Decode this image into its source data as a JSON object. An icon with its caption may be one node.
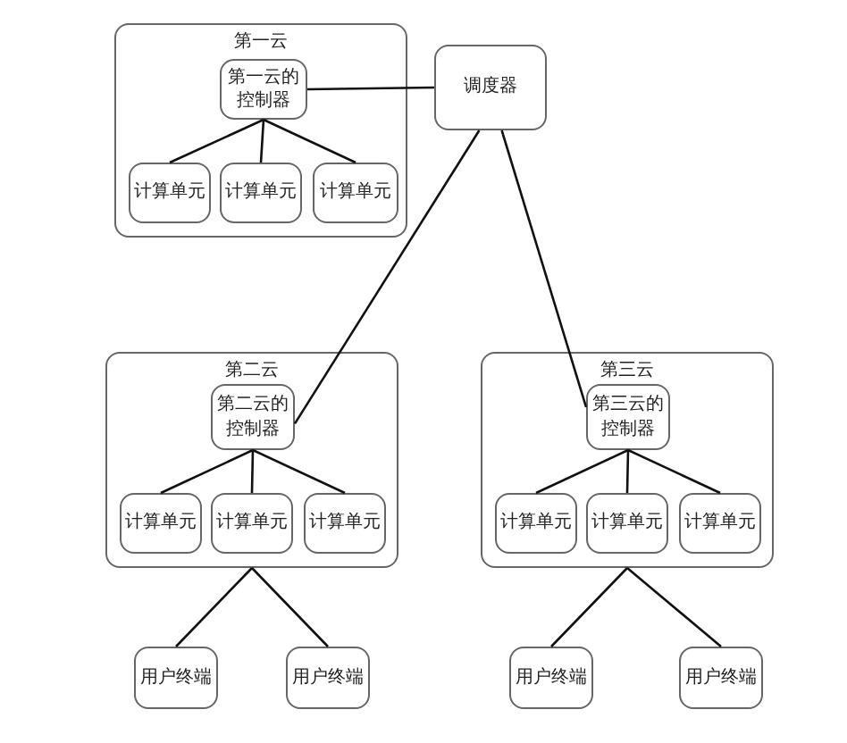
{
  "diagram": {
    "nodes": [
      {
        "text": [
          "第一云"
        ]
      },
      {
        "text": [
          "第一云的控制器"
        ],
        "in": 0
      },
      {
        "text": [
          "计算单元"
        ],
        "in": 0
      },
      {
        "text": [
          "计算单元"
        ],
        "in": 0
      },
      {
        "text": [
          "计算单元"
        ],
        "in": 0
      },
      {
        "text": [
          "调度器"
        ]
      },
      {
        "text": [
          "第二云"
        ]
      },
      {
        "text": [
          "第二云的控制器"
        ],
        "in": 6
      },
      {
        "text": [
          "计算单元"
        ],
        "in": 6
      },
      {
        "text": [
          "计算单元"
        ],
        "in": 6
      },
      {
        "text": [
          "计算单元"
        ],
        "in": 6
      },
      {
        "text": [
          "第三云"
        ]
      },
      {
        "text": [
          "第三云的控制器"
        ],
        "in": 11
      },
      {
        "text": [
          "计算单元"
        ],
        "in": 11
      },
      {
        "text": [
          "计算单元"
        ],
        "in": 11
      },
      {
        "text": [
          "计算单元"
        ],
        "in": 11
      },
      {
        "text": [
          "用户终端"
        ]
      },
      {
        "text": [
          "用户终端"
        ]
      },
      {
        "text": [
          "用户终端"
        ]
      },
      {
        "text": [
          "用户终端"
        ]
      }
    ],
    "edges": [
      {
        "from": 1,
        "to": 5,
        "arrow": "none"
      },
      {
        "from": 1,
        "to": 2,
        "arrow": "none"
      },
      {
        "from": 1,
        "to": 3,
        "arrow": "none"
      },
      {
        "from": 1,
        "to": 4,
        "arrow": "none"
      },
      {
        "from": 5,
        "to": 7,
        "arrow": "none"
      },
      {
        "from": 5,
        "to": 12,
        "arrow": "none"
      },
      {
        "from": 7,
        "to": 8,
        "arrow": "none"
      },
      {
        "from": 7,
        "to": 9,
        "arrow": "none"
      },
      {
        "from": 7,
        "to": 10,
        "arrow": "none"
      },
      {
        "from": 12,
        "to": 13,
        "arrow": "none"
      },
      {
        "from": 12,
        "to": 14,
        "arrow": "none"
      },
      {
        "from": 12,
        "to": 15,
        "arrow": "none"
      },
      {
        "from": 6,
        "to": 16,
        "arrow": "none"
      },
      {
        "from": 6,
        "to": 17,
        "arrow": "none"
      },
      {
        "from": 11,
        "to": 18,
        "arrow": "none"
      },
      {
        "from": 11,
        "to": 19,
        "arrow": "none"
      }
    ]
  }
}
